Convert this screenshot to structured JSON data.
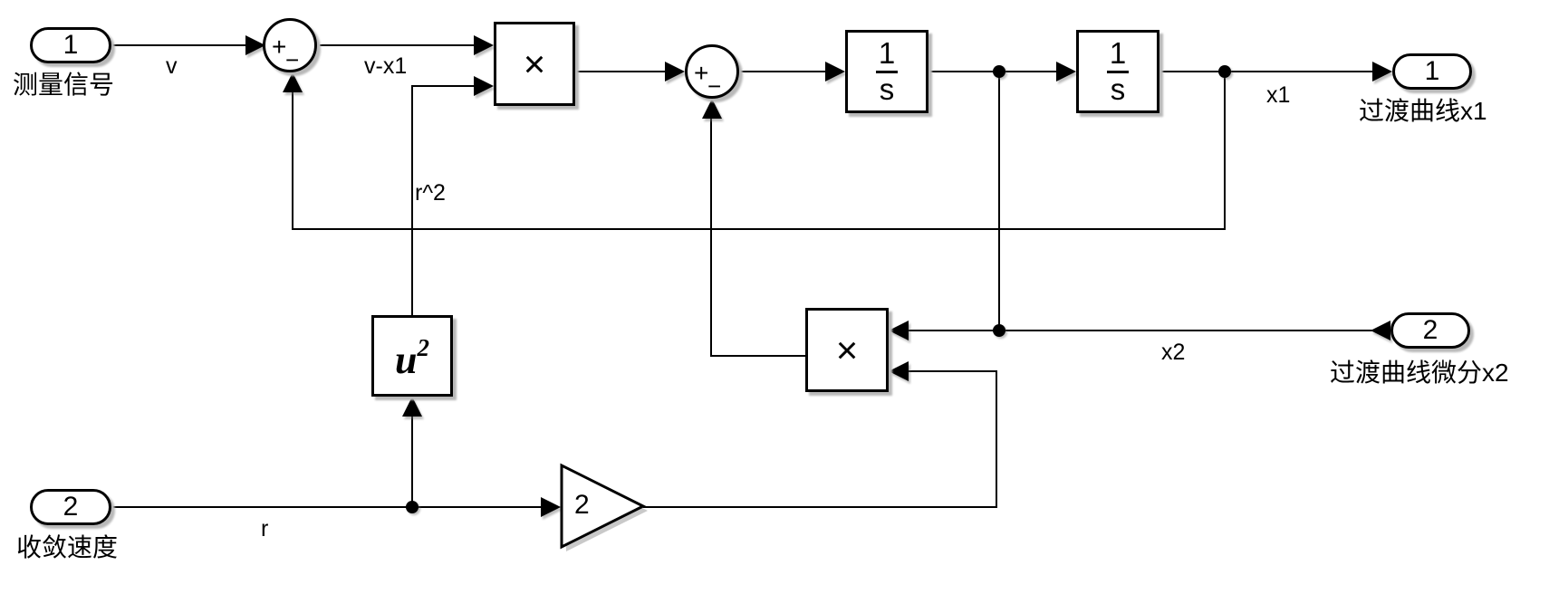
{
  "diagram": {
    "ports": {
      "inport1": {
        "number": "1",
        "caption": "测量信号"
      },
      "inport2": {
        "number": "2",
        "caption": "收敛速度"
      },
      "outport1": {
        "number": "1",
        "caption": "过渡曲线x1"
      },
      "outport2": {
        "number": "2",
        "caption": "过渡曲线微分x2"
      }
    },
    "blocks": {
      "sum": {
        "plus": "+",
        "minus": "−"
      },
      "product": {
        "symbol": "×"
      },
      "integrator": {
        "numerator": "1",
        "denominator": "s"
      },
      "square": {
        "base": "u",
        "exponent": "2"
      },
      "gain": {
        "value": "2"
      }
    },
    "signals": {
      "v": "v",
      "v_minus_x1": "v-x1",
      "r_squared": "r^2",
      "x1": "x1",
      "x2": "x2",
      "r": "r"
    },
    "colors": {
      "background": "#ffffff",
      "line": "#000000",
      "block_fill": "#ffffff",
      "shadow": "#b9b9b9"
    }
  }
}
